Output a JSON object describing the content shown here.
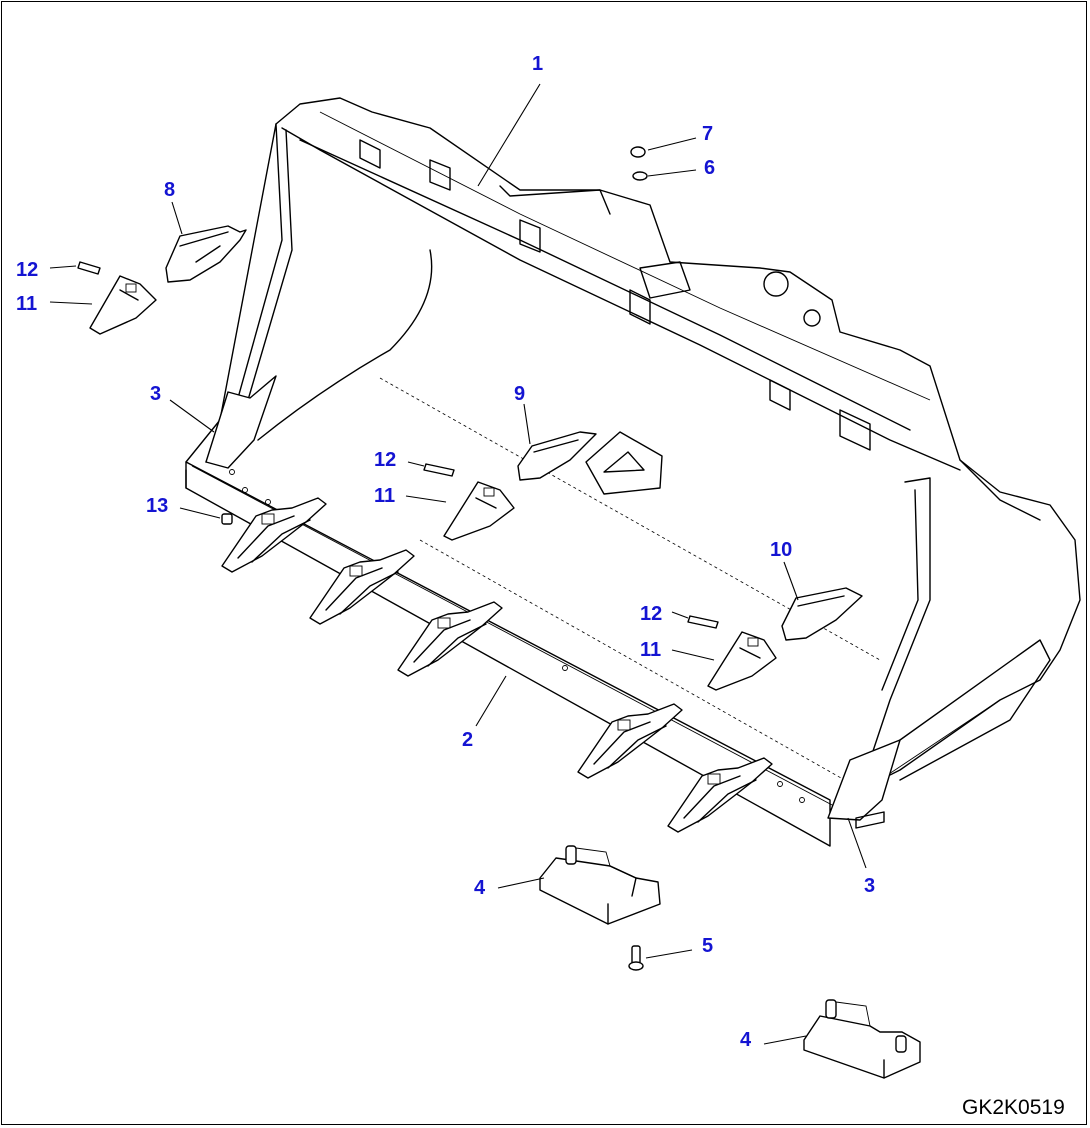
{
  "drawing_code": "GK2K0519",
  "callouts": [
    {
      "id": "c1",
      "text": "1"
    },
    {
      "id": "c2",
      "text": "2"
    },
    {
      "id": "c3a",
      "text": "3"
    },
    {
      "id": "c3b",
      "text": "3"
    },
    {
      "id": "c4a",
      "text": "4"
    },
    {
      "id": "c4b",
      "text": "4"
    },
    {
      "id": "c5",
      "text": "5"
    },
    {
      "id": "c6",
      "text": "6"
    },
    {
      "id": "c7",
      "text": "7"
    },
    {
      "id": "c8",
      "text": "8"
    },
    {
      "id": "c9",
      "text": "9"
    },
    {
      "id": "c10",
      "text": "10"
    },
    {
      "id": "c11a",
      "text": "11"
    },
    {
      "id": "c11b",
      "text": "11"
    },
    {
      "id": "c11c",
      "text": "11"
    },
    {
      "id": "c12a",
      "text": "12"
    },
    {
      "id": "c12b",
      "text": "12"
    },
    {
      "id": "c12c",
      "text": "12"
    },
    {
      "id": "c13",
      "text": "13"
    }
  ],
  "colors": {
    "callout": "#1414d2",
    "line": "#000000",
    "background": "#ffffff"
  }
}
